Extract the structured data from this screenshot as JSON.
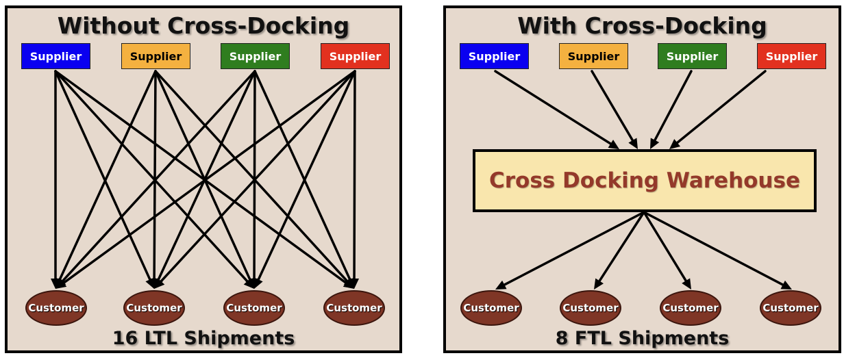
{
  "colors": {
    "panel_background": "#e6d9cd",
    "supplier_blue": "#0a00f0",
    "supplier_orange": "#f4b140",
    "supplier_green": "#2f7d1f",
    "supplier_red": "#e2311f",
    "customer_fill": "#7f3626",
    "warehouse_fill": "#f9e6ad",
    "warehouse_text": "#94392a"
  },
  "left_panel": {
    "title": "Without Cross-Docking",
    "suppliers": [
      {
        "label": "Supplier",
        "color": "#0a00f0",
        "text_color": "#ffffff"
      },
      {
        "label": "Supplier",
        "color": "#f4b140",
        "text_color": "#000000"
      },
      {
        "label": "Supplier",
        "color": "#2f7d1f",
        "text_color": "#ffffff"
      },
      {
        "label": "Supplier",
        "color": "#e2311f",
        "text_color": "#ffffff"
      }
    ],
    "customers": [
      {
        "label": "Customer"
      },
      {
        "label": "Customer"
      },
      {
        "label": "Customer"
      },
      {
        "label": "Customer"
      }
    ],
    "footer": "16 LTL Shipments"
  },
  "right_panel": {
    "title": "With Cross-Docking",
    "suppliers": [
      {
        "label": "Supplier",
        "color": "#0a00f0",
        "text_color": "#ffffff"
      },
      {
        "label": "Supplier",
        "color": "#f4b140",
        "text_color": "#000000"
      },
      {
        "label": "Supplier",
        "color": "#2f7d1f",
        "text_color": "#ffffff"
      },
      {
        "label": "Supplier",
        "color": "#e2311f",
        "text_color": "#ffffff"
      }
    ],
    "warehouse": {
      "label": "Cross Docking Warehouse"
    },
    "customers": [
      {
        "label": "Customer"
      },
      {
        "label": "Customer"
      },
      {
        "label": "Customer"
      },
      {
        "label": "Customer"
      }
    ],
    "footer": "8 FTL Shipments"
  }
}
